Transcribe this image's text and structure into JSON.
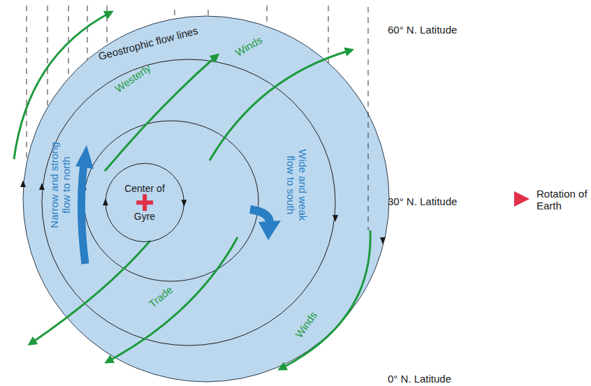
{
  "diagram": {
    "nodes": [
      {
        "text": [
          "Center of Gyre"
        ]
      }
    ],
    "labels": [
      "60° N. Latitude",
      "Geostrophic flow lines",
      "Westerly",
      "Winds",
      "Narrow and strong flow to north",
      "Wide and weak flow to south",
      "30° N. Latitude",
      "Rotation of Earth",
      "Trade",
      "Winds",
      "0° N. Latitude"
    ]
  }
}
